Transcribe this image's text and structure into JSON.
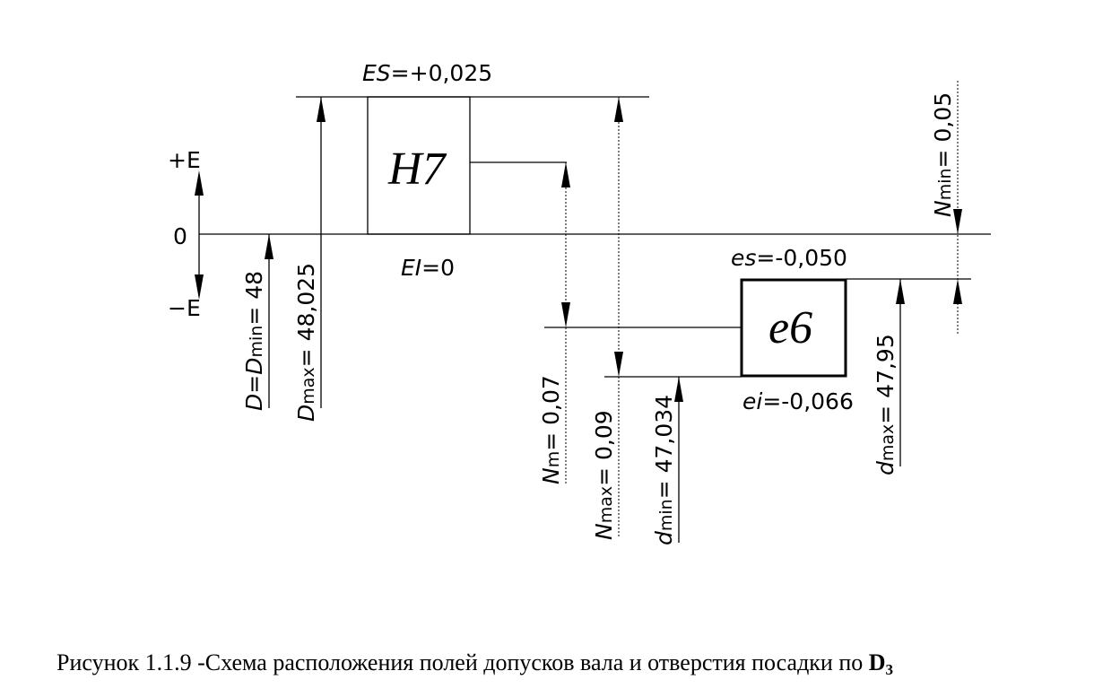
{
  "axis": {
    "plus": "+E",
    "zero": "0",
    "minus": "−E"
  },
  "hole": {
    "zone": "H7",
    "upper": "ES=+0,025",
    "lower": "EI=0",
    "nominal_size": "D=Dmin= 48",
    "max_size": "Dmax= 48,025"
  },
  "shaft": {
    "zone": "e6",
    "upper": "es=-0,050",
    "lower": "ei=-0,066",
    "min_size": "dmin= 47,034",
    "max_size": "dmax= 47,95"
  },
  "clearances": {
    "n_min": "Nmin= 0,05",
    "n_max": "Nmax= 0,09",
    "n_m": "Nm= 0,07"
  },
  "caption": {
    "text": "Рисунок 1.1.9 -Схема расположения полей допусков вала и отверстия посадки  по ",
    "bold": "D",
    "subscript": "3"
  },
  "values": {
    "ES": 0.025,
    "EI": 0,
    "es": -0.05,
    "ei": -0.066,
    "N_min": 0.05,
    "N_max": 0.09,
    "N_m": 0.07
  }
}
